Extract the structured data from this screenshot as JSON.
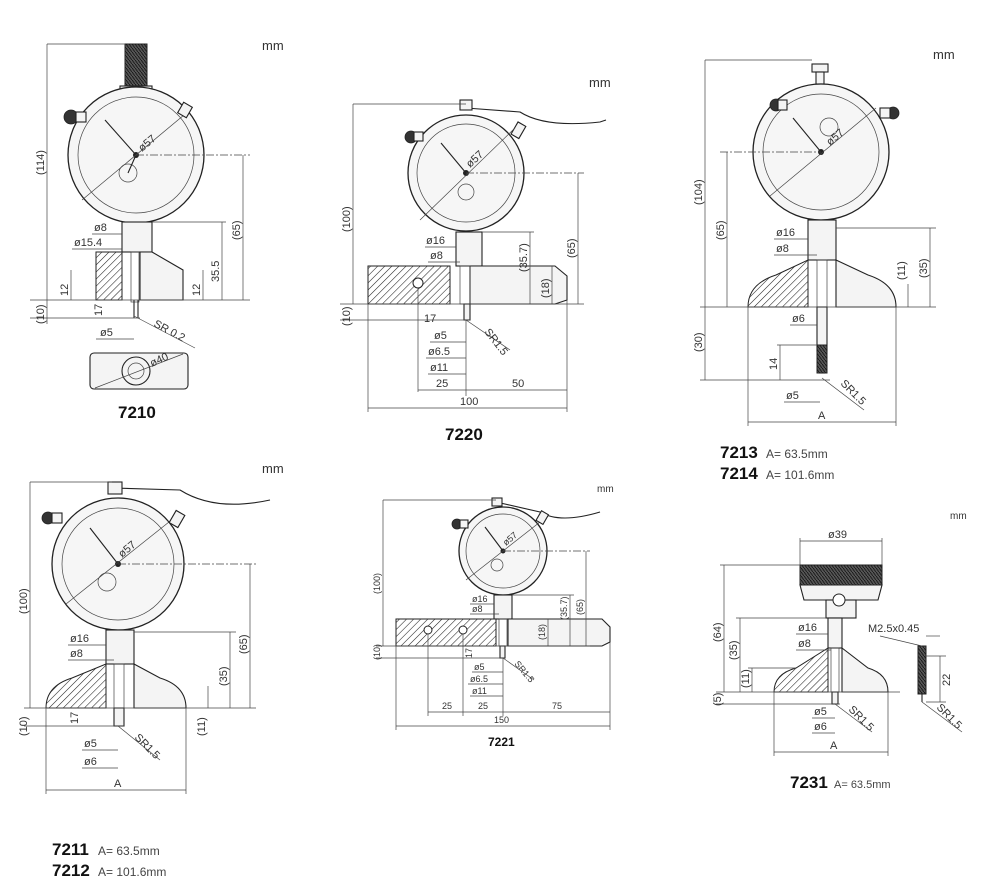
{
  "unit": "mm",
  "d7210": {
    "model": "7210",
    "dims": {
      "h114": "(114)",
      "h65": "(65)",
      "h35_5": "35.5",
      "h12a": "12",
      "h12b": "12",
      "h10": "(10)",
      "h17": "17",
      "d8": "ø8",
      "d15_4": "ø15.4",
      "d57": "ø57",
      "d5": "ø5",
      "sr": "SR 0.2",
      "d40": "ø40"
    }
  },
  "d7220": {
    "model": "7220",
    "dims": {
      "h100": "(100)",
      "h65": "(65)",
      "h35_7": "(35.7)",
      "h18": "(18)",
      "h10": "(10)",
      "h17": "17",
      "d16": "ø16",
      "d8": "ø8",
      "d57": "ø57",
      "d5": "ø5",
      "d6_5": "ø6.5",
      "d11": "ø11",
      "sr": "SR1.5",
      "w25": "25",
      "w50": "50",
      "w100": "100"
    }
  },
  "d7213": {
    "models": [
      {
        "name": "7213",
        "a": "A= 63.5mm"
      },
      {
        "name": "7214",
        "a": "A= 101.6mm"
      }
    ],
    "dims": {
      "h104": "(104)",
      "h65": "(65)",
      "h35": "(35)",
      "h11": "(11)",
      "h30": "(30)",
      "h14": "14",
      "d16": "ø16",
      "d8": "ø8",
      "d57": "ø57",
      "d6": "ø6",
      "d5": "ø5",
      "sr": "SR1.5",
      "a": "A"
    }
  },
  "d7211": {
    "models": [
      {
        "name": "7211",
        "a": "A= 63.5mm"
      },
      {
        "name": "7212",
        "a": "A= 101.6mm"
      }
    ],
    "dims": {
      "h100": "(100)",
      "h65": "(65)",
      "h35": "(35)",
      "h11": "(11)",
      "h10": "(10)",
      "h17": "17",
      "d16": "ø16",
      "d8": "ø8",
      "d57": "ø57",
      "d5": "ø5",
      "d6": "ø6",
      "sr": "SR1.5",
      "a": "A"
    }
  },
  "d7221": {
    "model": "7221",
    "dims": {
      "h100": "(100)",
      "h65": "(65)",
      "h35_7": "(35.7)",
      "h18": "(18)",
      "h10": "(10)",
      "h17": "17",
      "d16": "ø16",
      "d8": "ø8",
      "d57": "ø57",
      "d5": "ø5",
      "d6_5": "ø6.5",
      "d11": "ø11",
      "sr": "SR1.5",
      "w25a": "25",
      "w25b": "25",
      "w75": "75",
      "w150": "150"
    }
  },
  "d7231": {
    "model": "7231",
    "a_text": "A= 63.5mm",
    "dims": {
      "d39": "ø39",
      "h64": "(64)",
      "h35": "(35)",
      "h11": "(11)",
      "h5": "(5)",
      "d16": "ø16",
      "d8": "ø8",
      "d5": "ø5",
      "d6": "ø6",
      "sr1": "SR1.5",
      "sr2": "SR1.5",
      "thread": "M2.5x0.45",
      "h22": "22",
      "a": "A"
    }
  }
}
